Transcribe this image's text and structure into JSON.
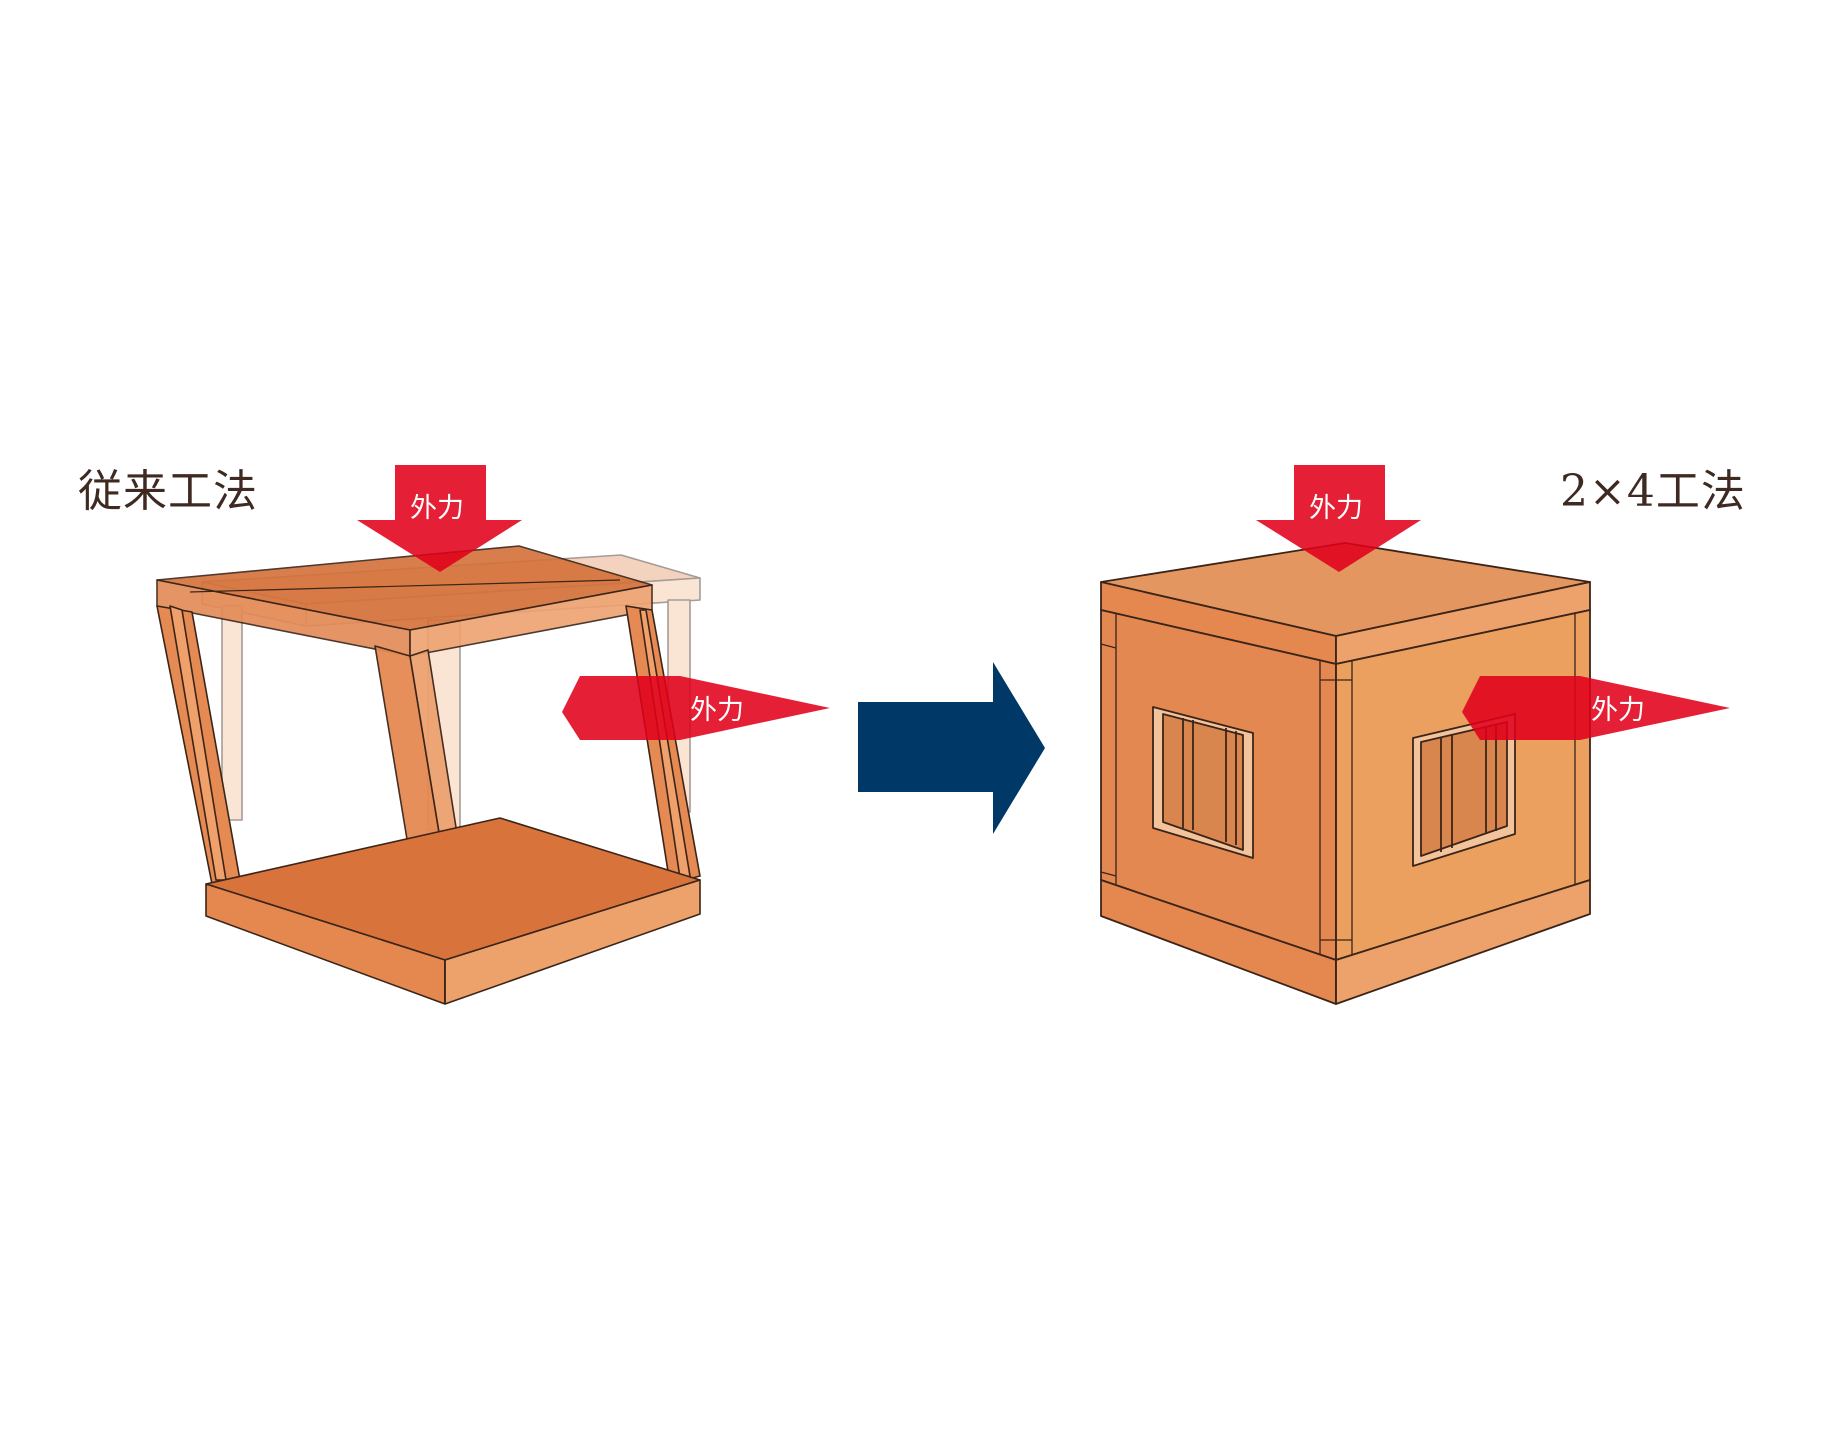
{
  "labels": {
    "conventional": "従来工法",
    "two_by_four": "2×4工法",
    "force": "外力"
  },
  "colors": {
    "wood_top": "#d8733c",
    "wood_left": "#e48850",
    "wood_right": "#eca26a",
    "force_arrow": "#e0001a",
    "transition_arrow": "#003868",
    "text": "#3f2a22"
  },
  "icons": {
    "transition": "right-arrow-icon",
    "force": "force-arrow-icon"
  }
}
